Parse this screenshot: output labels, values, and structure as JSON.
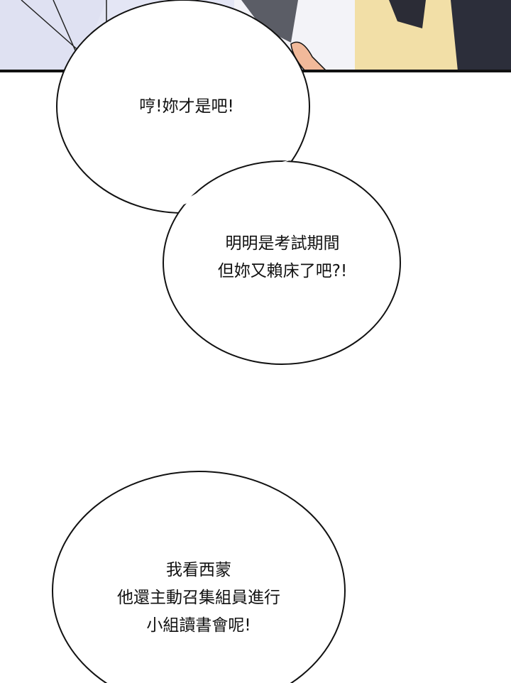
{
  "bubbles": [
    {
      "lines": [
        "哼!妳才是吧!"
      ]
    },
    {
      "lines": [
        "明明是考試期間",
        "但妳又賴床了吧?!"
      ]
    },
    {
      "lines": [
        "我看西蒙",
        "他還主動召集組員進行",
        "小組讀書會呢!"
      ]
    }
  ],
  "colors": {
    "panel_yellow": "#f2dfa7",
    "panel_lavender": "#e6e8f6",
    "outline": "#111111"
  }
}
